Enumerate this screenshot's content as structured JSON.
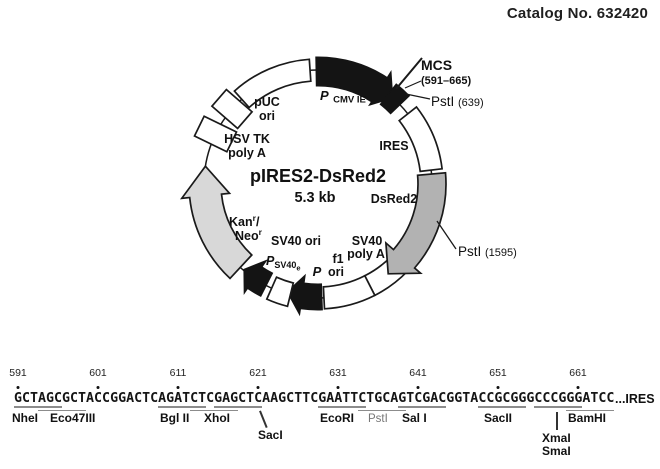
{
  "catalog": "Catalog No. 632420",
  "plasmid": {
    "title": "pIRES2-DsRed2",
    "size_label": "5.3 kb",
    "features": {
      "puc_line1": "pUC",
      "puc_line2": "ori",
      "pcmv_p": "P",
      "pcmv_sub": "CMV IE",
      "hsvtk_line1": "HSV TK",
      "hsvtk_line2": "poly A",
      "ires": "IRES",
      "dsred2": "DsRed2",
      "kan_base": "Kan",
      "kan_sup": "r",
      "kan_slash": "/",
      "neo_base": "Neo",
      "neo_sup": "r",
      "sv40_ori": "SV40 ori",
      "psv40e_p": "P",
      "psv40e_sub": "SV40",
      "psv40e_sub2": "e",
      "p_label": "P",
      "f1_line1": "f1",
      "f1_line2": "ori",
      "sv40polya_line1": "SV40",
      "sv40polya_line2": "poly A"
    },
    "callouts": {
      "mcs": "MCS",
      "mcs_range": "(591–665)",
      "psti_639_name": "PstI ",
      "psti_639_pos": "(639)",
      "psti_1595_name": "PstI ",
      "psti_1595_pos": "(1595)"
    }
  },
  "sequence": {
    "positions": [
      "591",
      "601",
      "611",
      "621",
      "631",
      "641",
      "651",
      "661"
    ],
    "bases": "GCTAGCGCTACCGGACTCAGATCTCGAGCTCAAGCTTCGAATTCTGCAGTCGACGGTACCGCGGGCCCGGGATCC",
    "suffix": "...IRES",
    "sites": [
      {
        "label": "NheI"
      },
      {
        "label": "Eco47III"
      },
      {
        "label": "Bgl II"
      },
      {
        "label": "XhoI"
      },
      {
        "label": "SacI"
      },
      {
        "label": "EcoRI"
      },
      {
        "label": "PstI"
      },
      {
        "label": "Sal I"
      },
      {
        "label": "SacII"
      },
      {
        "label": "XmaI"
      },
      {
        "label": "SmaI"
      },
      {
        "label": "BamHI"
      }
    ]
  }
}
